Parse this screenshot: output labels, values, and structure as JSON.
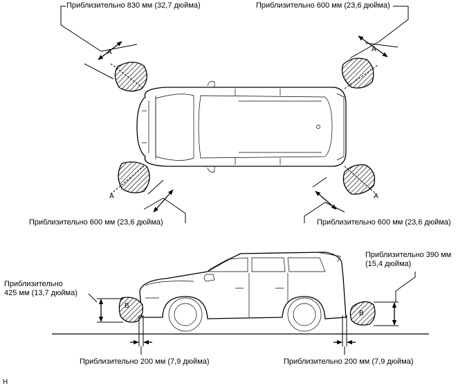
{
  "labels": {
    "top_left": "Приблизительно 830 мм (32,7 дюйма)",
    "top_right": "Приблизительно 600 мм (23,6 дюйма)",
    "mid_left": "Приблизительно 600 мм (23,6 дюйма)",
    "mid_right": "Приблизительно 600 мм (23,6 дюйма)",
    "side_left": "Приблизительно\n425 мм (13,7 дюйма)",
    "side_right": "Приблизительно 390 мм\n(15,4 дюйма)",
    "bottom_left": "Приблизительно 200 мм (7,9 дюйма)",
    "bottom_right": "Приблизительно 200 мм (7,9 дюйма)",
    "zone_a": "A",
    "zone_b": "B",
    "corner_code": "H"
  },
  "colors": {
    "line": "#000000",
    "background": "#ffffff"
  }
}
